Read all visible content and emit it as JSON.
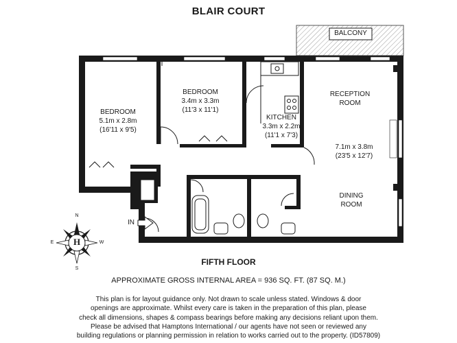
{
  "title": "BLAIR COURT",
  "floor_label": "FIFTH FLOOR",
  "area_text": "APPROXIMATE GROSS INTERNAL AREA = 936 SQ. FT. (87 SQ. M.)",
  "disclaimer": [
    "This plan is for layout guidance only. Not drawn to scale unless stated. Windows & door",
    "openings are approximate. Whilst every care is taken in the preparation of this plan, please",
    "check all dimensions, shapes & compass bearings before making any decisions reliant upon them.",
    "Please be advised that Hamptons International / our agents have not seen or reviewed any",
    "building regulations or planning permission in relation to works carried out to the property. (ID57809)"
  ],
  "rooms": {
    "bedroom1": {
      "name": "BEDROOM",
      "metric": "5.1m x 2.8m",
      "imperial": "(16'11 x 9'5)"
    },
    "bedroom2": {
      "name": "BEDROOM",
      "metric": "3.4m x 3.3m",
      "imperial": "(11'3 x 11'1)"
    },
    "kitchen": {
      "name": "KITCHEN",
      "metric": "3.3m x 2.2m",
      "imperial": "(11'1 x 7'3)"
    },
    "reception": {
      "name_line1": "RECEPTION",
      "name_line2": "ROOM",
      "metric": "7.1m x 3.8m",
      "imperial": "(23'5 x 12'7)"
    },
    "dining": {
      "name_line1": "DINING",
      "name_line2": "ROOM"
    }
  },
  "balcony_label": "BALCONY",
  "entrance_label": "IN",
  "compass": {
    "north": "N",
    "south": "S",
    "east": "E",
    "west": "W",
    "center": "H"
  },
  "colors": {
    "wall": "#1a1a1a",
    "balcony_hatch": "#9a9a9a",
    "text": "#1a1a1a"
  }
}
